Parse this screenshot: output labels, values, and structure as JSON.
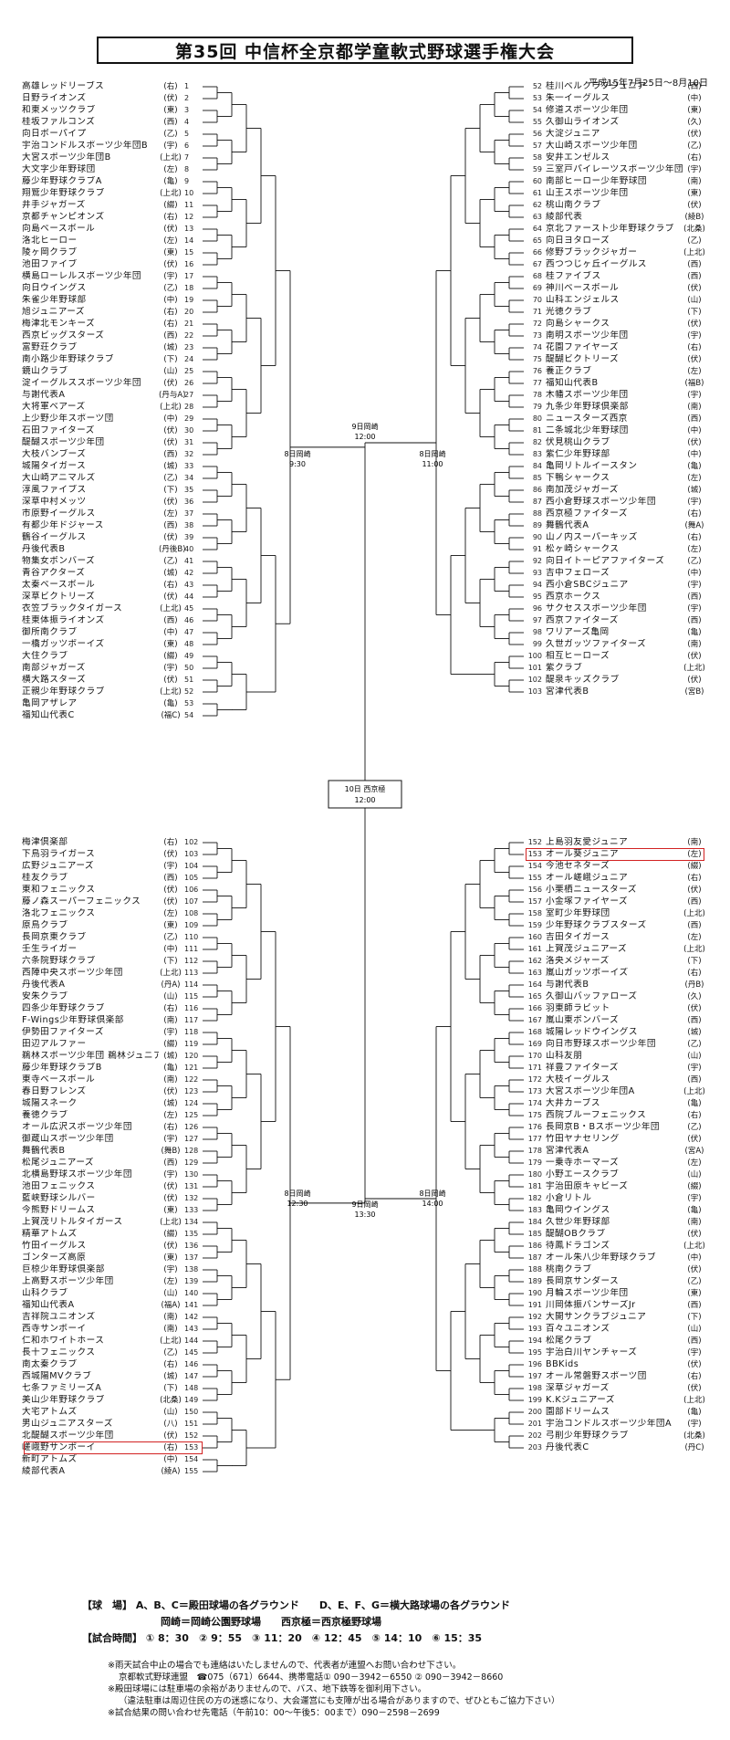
{
  "title": "第35回 中信杯全京都学童軟式野球選手権大会",
  "period": "平成15年7月25日～8月10日",
  "brackets": [
    {
      "id": "tl",
      "side": "L",
      "start": 1,
      "teams": [
        [
          "高雄レッドリーブス",
          "右"
        ],
        [
          "日野ライオンズ",
          "伏"
        ],
        [
          "和東メッツクラブ",
          "東"
        ],
        [
          "桂坂ファルコンズ",
          "西"
        ],
        [
          "向日ボーパイプ",
          "乙"
        ],
        [
          "宇治コンドルスポーツ少年団B",
          "宇"
        ],
        [
          "大宮スポーツ少年団B",
          "上北"
        ],
        [
          "大文字少年野球団",
          "左"
        ],
        [
          "藤少年野球クラブA",
          "亀"
        ],
        [
          "翔鷲少年野球クラブ",
          "上北"
        ],
        [
          "井手ジャガーズ",
          "綴"
        ],
        [
          "京都チャンピオンズ",
          "右"
        ],
        [
          "向島ベースボール",
          "伏"
        ],
        [
          "洛北ヒーロー",
          "左"
        ],
        [
          "陵ヶ岡クラブ",
          "東"
        ],
        [
          "池田ファイブ",
          "伏"
        ],
        [
          "横島ローレルスポーツ少年団",
          "宇"
        ],
        [
          "向日ウイングス",
          "乙"
        ],
        [
          "朱雀少年野球部",
          "中"
        ],
        [
          "旭ジュニアーズ",
          "右"
        ],
        [
          "梅津北モンキーズ",
          "右"
        ],
        [
          "西京ビッグスターズ",
          "西"
        ],
        [
          "富野荘クラブ",
          "城"
        ],
        [
          "南小路少年野球クラブ",
          "下"
        ],
        [
          "鏡山クラブ",
          "山"
        ],
        [
          "淀イーグルススポーツ少年団",
          "伏"
        ],
        [
          "与謝代表A",
          "丹与A"
        ],
        [
          "大将軍ベアーズ",
          "上北"
        ],
        [
          "上少野少年スポーツ団",
          "中"
        ],
        [
          "石田ファイターズ",
          "伏"
        ],
        [
          "醍醐スポーツ少年団",
          "伏"
        ],
        [
          "大枝バンブーズ",
          "西"
        ],
        [
          "城陽タイガース",
          "城"
        ],
        [
          "大山崎アニマルズ",
          "乙"
        ],
        [
          "淳風ファイブス",
          "下"
        ],
        [
          "深草中村メッツ",
          "伏"
        ],
        [
          "市原野イーグルス",
          "左"
        ],
        [
          "有都少年ドジャース",
          "西"
        ],
        [
          "鶴谷イーグルス",
          "伏"
        ],
        [
          "丹後代表B",
          "丹後B"
        ],
        [
          "物集女ボンバーズ",
          "乙"
        ],
        [
          "青谷アクターズ",
          "城"
        ],
        [
          "太秦ベースボール",
          "右"
        ],
        [
          "深草ビクトリーズ",
          "伏"
        ],
        [
          "衣笠ブラックタイガース",
          "上北"
        ],
        [
          "桂東体振ライオンズ",
          "西"
        ],
        [
          "御所南クラブ",
          "中"
        ],
        [
          "一橋ガッツボーイズ",
          "東"
        ],
        [
          "大住クラブ",
          "綴"
        ],
        [
          "南部ジャガーズ",
          "宇"
        ],
        [
          "横大路スターズ",
          "伏"
        ],
        [
          "正親少年野球クラブ",
          "上北"
        ],
        [
          "亀岡アザレア",
          "亀"
        ],
        [
          "福知山代表C",
          "福C"
        ]
      ]
    },
    {
      "id": "tr",
      "side": "R",
      "start": 52,
      "teams": [
        [
          "桂川ベルクラブジュニア",
          "西"
        ],
        [
          "朱一イーグルス",
          "中"
        ],
        [
          "修道スポーツ少年団",
          "東"
        ],
        [
          "久御山ライオンズ",
          "久"
        ],
        [
          "大淀ジュニア",
          "伏"
        ],
        [
          "大山崎スポーツ少年団",
          "乙"
        ],
        [
          "安井エンゼルス",
          "右"
        ],
        [
          "三室戸パイレーツスポーツ少年団",
          "宇"
        ],
        [
          "南部ヒーロー少年野球団",
          "南"
        ],
        [
          "山王スポーツ少年団",
          "東"
        ],
        [
          "桃山南クラブ",
          "伏"
        ],
        [
          "綾部代表",
          "綾B"
        ],
        [
          "京北ファースト少年野球クラブ",
          "北桑"
        ],
        [
          "向日ヨタローズ",
          "乙"
        ],
        [
          "修野ブラックジャガー",
          "上北"
        ],
        [
          "西つつじヶ丘イーグルス",
          "西"
        ],
        [
          "桂ファイブス",
          "西"
        ],
        [
          "神川ベースボール",
          "伏"
        ],
        [
          "山科エンジェルス",
          "山"
        ],
        [
          "光徳クラブ",
          "下"
        ],
        [
          "向島シャークス",
          "伏"
        ],
        [
          "南明スポーツ少年団",
          "宇"
        ],
        [
          "花園ファイヤーズ",
          "右"
        ],
        [
          "醍醐ビクトリーズ",
          "伏"
        ],
        [
          "養正クラブ",
          "左"
        ],
        [
          "福知山代表B",
          "福B"
        ],
        [
          "木幡スポーツ少年団",
          "宇"
        ],
        [
          "九条少年野球倶楽部",
          "南"
        ],
        [
          "ニュースターズ西京",
          "西"
        ],
        [
          "二条城北少年野球団",
          "中"
        ],
        [
          "伏見桃山クラブ",
          "伏"
        ],
        [
          "紫仁少年野球部",
          "中"
        ],
        [
          "亀岡リトルイースタン",
          "亀"
        ],
        [
          "下鴨シャークス",
          "左"
        ],
        [
          "南加茂ジャガーズ",
          "城"
        ],
        [
          "西小倉野球スポーツ少年団",
          "宇"
        ],
        [
          "西京極ファイターズ",
          "右"
        ],
        [
          "舞鶴代表A",
          "舞A"
        ],
        [
          "山ノ内スーパーキッズ",
          "右"
        ],
        [
          "松ヶ崎シャークス",
          "左"
        ],
        [
          "向日イトーピアファイターズ",
          "乙"
        ],
        [
          "吉中フェローズ",
          "中"
        ],
        [
          "西小倉SBCジュニア",
          "宇"
        ],
        [
          "西京ホークス",
          "西"
        ],
        [
          "サクセススポーツ少年団",
          "宇"
        ],
        [
          "西京ファイターズ",
          "西"
        ],
        [
          "ワリアーズ亀岡",
          "亀"
        ],
        [
          "久世ガッツファイターズ",
          "南"
        ],
        [
          "相互ヒーローズ",
          "伏"
        ],
        [
          "紫クラブ",
          "上北"
        ],
        [
          "醍泉キッズクラブ",
          "伏"
        ],
        [
          "宮津代表B",
          "宮B"
        ]
      ]
    },
    {
      "id": "bl",
      "side": "L",
      "start": 102,
      "teams": [
        [
          "梅津倶楽部",
          "右"
        ],
        [
          "下鳥羽ライガース",
          "伏"
        ],
        [
          "広野ジュニアーズ",
          "宇"
        ],
        [
          "桂友クラブ",
          "西"
        ],
        [
          "東和フェニックス",
          "伏"
        ],
        [
          "藤ノ森スーパーフェニックス",
          "伏"
        ],
        [
          "洛北フェニックス",
          "左"
        ],
        [
          "原鳥クラブ",
          "東"
        ],
        [
          "長岡京東クラブ",
          "乙"
        ],
        [
          "壬生ライガー",
          "中"
        ],
        [
          "六条院野球クラブ",
          "下"
        ],
        [
          "西陣中央スポーツ少年団",
          "上北"
        ],
        [
          "丹後代表A",
          "丹A"
        ],
        [
          "安朱クラブ",
          "山"
        ],
        [
          "四条少年野球クラブ",
          "右"
        ],
        [
          "F-Wings少年野球倶楽部",
          "南"
        ],
        [
          "伊勢田ファイターズ",
          "宇"
        ],
        [
          "田辺アルファー",
          "綴"
        ],
        [
          "鵜林スポーツ少年団 鵜林ジュニア",
          "城"
        ],
        [
          "藤少年野球クラブB",
          "亀"
        ],
        [
          "東寺ベースボール",
          "南"
        ],
        [
          "春日野フレンズ",
          "伏"
        ],
        [
          "城陽スネーク",
          "城"
        ],
        [
          "養徳クラブ",
          "左"
        ],
        [
          "オール広沢スポーツ少年団",
          "右"
        ],
        [
          "御蔵山スポーツ少年団",
          "宇"
        ],
        [
          "舞鶴代表B",
          "舞B"
        ],
        [
          "松尾ジュニアーズ",
          "西"
        ],
        [
          "北横島野球スポーツ少年団",
          "宇"
        ],
        [
          "池田フェニックス",
          "伏"
        ],
        [
          "藍峡野球シルバー",
          "伏"
        ],
        [
          "今熊野ドリームス",
          "東"
        ],
        [
          "上賀茂リトルタイガース",
          "上北"
        ],
        [
          "精華アトムズ",
          "綴"
        ],
        [
          "竹田イーグルス",
          "伏"
        ],
        [
          "ゴンターズ高原",
          "東"
        ],
        [
          "巨椋少年野球倶楽部",
          "宇"
        ],
        [
          "上高野スポーツ少年団",
          "左"
        ],
        [
          "山科クラブ",
          "山"
        ],
        [
          "福知山代表A",
          "福A"
        ],
        [
          "吉祥院ユニオンズ",
          "南"
        ],
        [
          "西寺サンボーイ",
          "南"
        ],
        [
          "仁和ホワイトホース",
          "上北"
        ],
        [
          "長十フェニックス",
          "乙"
        ],
        [
          "南太秦クラブ",
          "右"
        ],
        [
          "西城陽MVクラブ",
          "城"
        ],
        [
          "七条ファミリーズA",
          "下"
        ],
        [
          "美山少年野球クラブ",
          "北桑"
        ],
        [
          "大宅アトムズ",
          "山"
        ],
        [
          "男山ジュニアスターズ",
          "八"
        ],
        [
          "北醍醐スポーツ少年団",
          "伏"
        ],
        [
          "嵯峨野サンボーイ",
          "右"
        ],
        [
          "新町アトムズ",
          "中"
        ],
        [
          "綾部代表A",
          "綾A"
        ]
      ]
    },
    {
      "id": "br",
      "side": "R",
      "start": 152,
      "teams": [
        [
          "上島羽友愛ジュニア",
          "南"
        ],
        [
          "オール葵ジュニア",
          "左"
        ],
        [
          "今池セネターズ",
          "綴"
        ],
        [
          "オール嵯峨ジュニア",
          "右"
        ],
        [
          "小栗栖ニュースターズ",
          "伏"
        ],
        [
          "小金塚ファイヤーズ",
          "西"
        ],
        [
          "室町少年野球団",
          "上北"
        ],
        [
          "少年野球クラブスターズ",
          "西"
        ],
        [
          "吉田タイガース",
          "左"
        ],
        [
          "上賀茂ジュニアーズ",
          "上北"
        ],
        [
          "洛央メジャーズ",
          "下"
        ],
        [
          "嵐山ガッツボーイズ",
          "右"
        ],
        [
          "与謝代表B",
          "丹B"
        ],
        [
          "久御山バッファローズ",
          "久"
        ],
        [
          "羽東師ラビット",
          "伏"
        ],
        [
          "嵐山東ボンバーズ",
          "西"
        ],
        [
          "城陽レッドウイングス",
          "城"
        ],
        [
          "向日市野球スポーツ少年団",
          "乙"
        ],
        [
          "山科友朋",
          "山"
        ],
        [
          "祥豊ファイターズ",
          "宇"
        ],
        [
          "大枝イーグルス",
          "西"
        ],
        [
          "大宮スポーツ少年団A",
          "上北"
        ],
        [
          "大井カーブス",
          "亀"
        ],
        [
          "西院ブルーフェニックス",
          "右"
        ],
        [
          "長岡京B・Bスポーツ少年団",
          "乙"
        ],
        [
          "竹田ヤナセリング",
          "伏"
        ],
        [
          "宮津代表A",
          "宮A"
        ],
        [
          "一乗寺ホーマーズ",
          "左"
        ],
        [
          "小野エースクラブ",
          "山"
        ],
        [
          "宇治田原キャビーズ",
          "綴"
        ],
        [
          "小倉リトル",
          "宇"
        ],
        [
          "亀岡ウイングス",
          "亀"
        ],
        [
          "久世少年野球部",
          "南"
        ],
        [
          "醍醐OBクラブ",
          "伏"
        ],
        [
          "待鳳ドラゴンズ",
          "上北"
        ],
        [
          "オール朱八少年野球クラブ",
          "中"
        ],
        [
          "桃南クラブ",
          "伏"
        ],
        [
          "長岡京サンダース",
          "乙"
        ],
        [
          "月輪スポーツ少年団",
          "東"
        ],
        [
          "川岡体振バンサーズJr",
          "西"
        ],
        [
          "大開サンクラブジュニア",
          "下"
        ],
        [
          "百々ユニオンズ",
          "山"
        ],
        [
          "松尾クラブ",
          "西"
        ],
        [
          "宇治白川ヤンチャーズ",
          "宇"
        ],
        [
          "BBKids",
          "伏"
        ],
        [
          "オール常磐野スポーツ団",
          "右"
        ],
        [
          "深草ジャガーズ",
          "伏"
        ],
        [
          "K.Kジュニアーズ",
          "上北"
        ],
        [
          "園部ドリームス",
          "亀"
        ],
        [
          "宇治コンドルスポーツ少年団A",
          "宇"
        ],
        [
          "弓削少年野球クラブ",
          "北桑"
        ],
        [
          "丹後代表C",
          "丹C"
        ]
      ]
    }
  ],
  "venues": {
    "t8l": "8日岡崎",
    "t8lt": "9:30",
    "t8r": "8日岡崎",
    "t8rt": "11:00",
    "t9": "9日岡崎",
    "t9t": "12:00",
    "f10": "10日 西京極",
    "f10t": "12:00",
    "b8l": "8日岡崎",
    "b8lt": "12:30",
    "b8r": "8日岡崎",
    "b8rt": "14:00",
    "b9": "9日岡崎",
    "b9t": "13:30"
  },
  "notes": {
    "venue_label": "【球　場】",
    "venue_text": "A、B、C＝殿田球場の各グラウンド　　D、E、F、G＝横大路球場の各グラウンド",
    "venue_text2": "岡崎＝岡崎公園野球場　　西京極＝西京極野球場",
    "time_label": "【試合時間】",
    "time_text": "① 8：30　② 9：55　③ 11：20　④ 12：45　⑤ 14：10　⑥ 15：35"
  },
  "footer": [
    "※雨天試合中止の場合でも連絡はいたしませんので、代表者が連盟へお問い合わせ下さい。",
    "京都軟式野球連盟　☎075（671）6644、携帯電話① 090－3942－6550 ② 090－3942－8660",
    "※殿田球場には駐車場の余裕がありませんので、バス、地下鉄等を御利用下さい。",
    "（違法駐車は周辺住民の方の迷惑になり、大会運営にも支障が出る場合がありますので、ぜひともご協力下さい）",
    "※試合結果の問い合わせ先電話（午前10：00～午後5：00まで）090－2598－2699"
  ],
  "highlight_team": 153,
  "highlight_color": "#d22222"
}
